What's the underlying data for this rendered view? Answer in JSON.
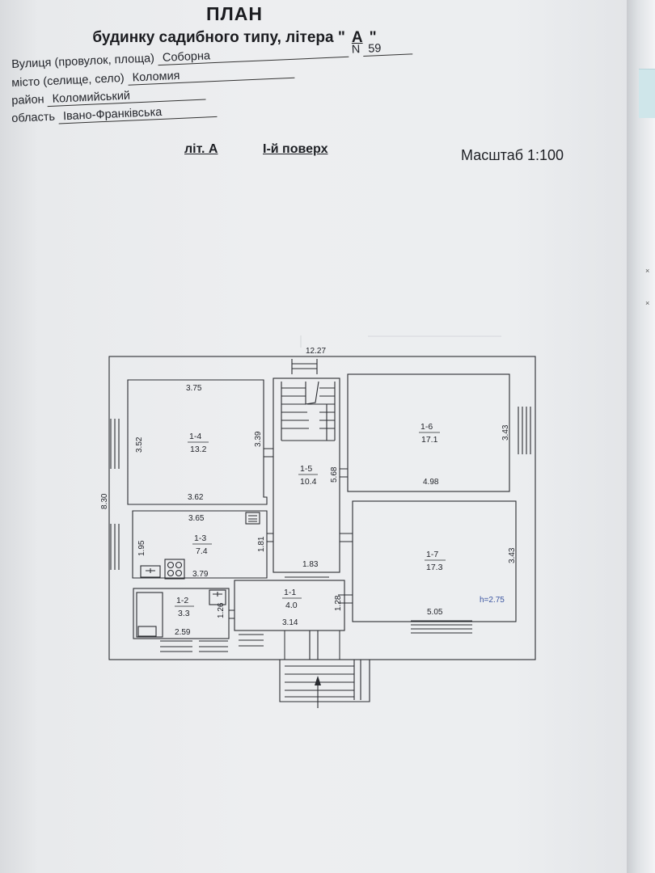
{
  "title": "ПЛАН",
  "subtitle_prefix": "будинку садибного типу, літера \"",
  "subtitle_letter": "А",
  "subtitle_suffix": "\"",
  "address": {
    "street_label": "Вулиця (провулок, площа)",
    "street_value": "Соборна",
    "number_label": "N",
    "number_value": "59",
    "city_label": "місто (селище, село)",
    "city_value": "Коломия",
    "district_label": "район",
    "district_value": "Коломийський",
    "region_label": "область",
    "region_value": "Івано-Франківська"
  },
  "liter": "літ. А",
  "floor": "І-й поверх",
  "scale": "Масштаб 1:100",
  "plan": {
    "overall_width": "12.27",
    "overall_height": "8.30",
    "ceiling_height": "h=2.75",
    "rooms": [
      {
        "id": "1-4",
        "area": "13.2",
        "dims": [
          "3.75",
          "3.52",
          "3.39",
          "3.62"
        ]
      },
      {
        "id": "1-5",
        "area": "10.4",
        "dims": [
          "5.68",
          "1.83"
        ]
      },
      {
        "id": "1-6",
        "area": "17.1",
        "dims": [
          "3.43",
          "4.98"
        ]
      },
      {
        "id": "1-3",
        "area": "7.4",
        "dims": [
          "3.65",
          "1.95",
          "1.81",
          "3.79"
        ]
      },
      {
        "id": "1-7",
        "area": "17.3",
        "dims": [
          "3.43",
          "5.05"
        ]
      },
      {
        "id": "1-2",
        "area": "3.3",
        "dims": [
          "1.26",
          "2.59"
        ]
      },
      {
        "id": "1-1",
        "area": "4.0",
        "dims": [
          "1.28",
          "3.14"
        ]
      }
    ]
  }
}
